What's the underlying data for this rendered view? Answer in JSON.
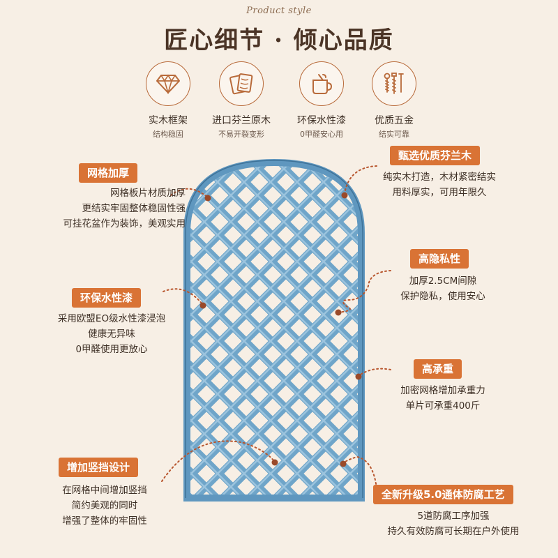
{
  "header": {
    "script_title": "Product style",
    "main_title": "匠心细节 · 倾心品质"
  },
  "features": [
    {
      "icon": "diamond-icon",
      "title": "实木框架",
      "subtitle": "结构稳固"
    },
    {
      "icon": "wood-plank-icon",
      "title": "进口芬兰原木",
      "subtitle": "不易开裂变形"
    },
    {
      "icon": "paint-can-icon",
      "title": "环保水性漆",
      "subtitle": "0甲醛安心用"
    },
    {
      "icon": "screws-icon",
      "title": "优质五金",
      "subtitle": "结实可靠"
    }
  ],
  "callouts": {
    "grid_thick": {
      "tag": "网格加厚",
      "lines": [
        "网格板片材质加厚",
        "更结实牢固整体稳固性强",
        "可挂花盆作为装饰，美观实用"
      ]
    },
    "eco_paint": {
      "tag": "环保水性漆",
      "lines": [
        "采用欧盟EO级水性漆浸泡",
        "健康无异味",
        "0甲醛使用更放心"
      ]
    },
    "vertical_bar": {
      "tag": "增加竖挡设计",
      "lines": [
        "在网格中间增加竖挡",
        "简约美观的同时",
        "增强了整体的牢固性"
      ]
    },
    "finnish_wood": {
      "tag": "甄选优质芬兰木",
      "lines": [
        "纯实木打造，木材紧密结实",
        "用料厚实，可用年限久"
      ]
    },
    "privacy": {
      "tag": "高隐私性",
      "lines": [
        "加厚2.5CM间隙",
        "保护隐私，使用安心"
      ]
    },
    "load_bearing": {
      "tag": "高承重",
      "lines": [
        "加密网格增加承重力",
        "单片可承重400斤"
      ]
    },
    "anticorrosion": {
      "tag": "全新升级5.0通体防腐工艺",
      "lines": [
        "5道防腐工序加强",
        "持久有效防腐可长期在户外使用"
      ]
    }
  },
  "colors": {
    "background": "#f7efe5",
    "accent": "#d97335",
    "trellis_blue": "#7aaed0",
    "trellis_dark": "#4e86ad",
    "text": "#3d2f25"
  }
}
